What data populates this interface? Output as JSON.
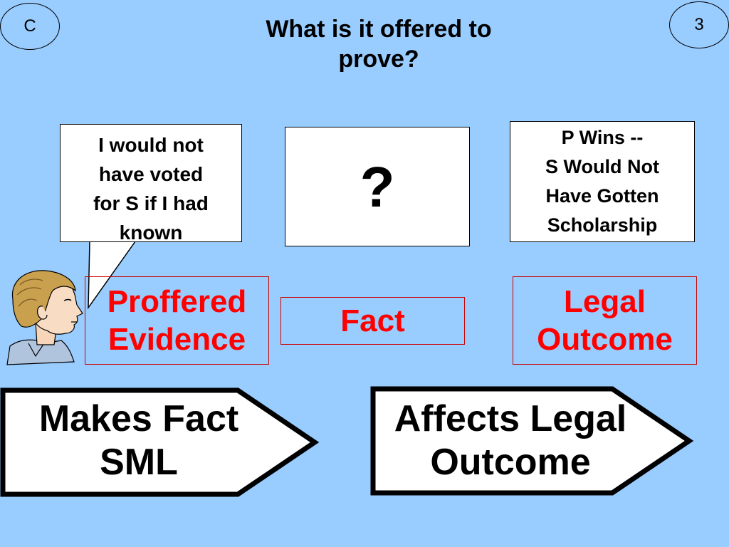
{
  "corner_left": "C",
  "corner_right": "3",
  "title": "What is it offered to\nprove?",
  "quote": "I would not\nhave voted\nfor S if I had\nknown",
  "question_mark": "?",
  "outcome_text": "P Wins --\nS Would Not\nHave Gotten\nScholarship",
  "proffered_evidence": "Proffered\nEvidence",
  "fact": "Fact",
  "legal_outcome": "Legal\nOutcome",
  "arrow_left": "Makes Fact\nSML",
  "arrow_right": "Affects Legal\nOutcome",
  "colors": {
    "background": "#99CCFF",
    "red_text": "#FF0000",
    "red_border": "#CC0000"
  }
}
